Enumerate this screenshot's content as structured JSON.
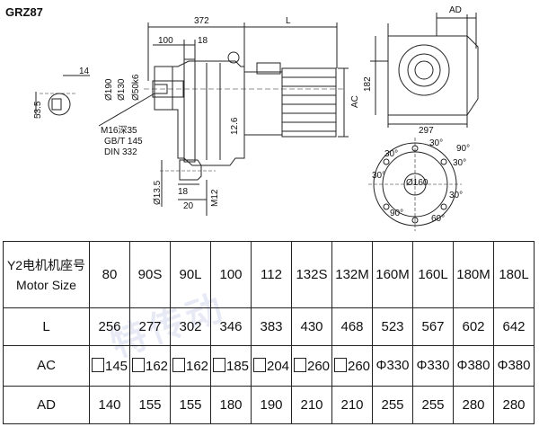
{
  "model": "GRZ87",
  "watermark": "特传动",
  "dims": {
    "d372": "372",
    "dL": "L",
    "dAD": "AD",
    "d100": "100",
    "d18": "18",
    "d14": "14",
    "d53_5": "53.5",
    "d190": "Ø190",
    "d130": "Ø130",
    "d50": "Ø50k6",
    "d12_6": "12.6",
    "dAC": "AC",
    "d182": "182",
    "d297": "297",
    "thread": "M16深35",
    "std1": "GB/T 145",
    "std2": "DIN 332",
    "d13_5": "Ø13.5",
    "d18b": "18",
    "d20": "20",
    "dM12": "M12",
    "a30a": "30°",
    "a30b": "30°",
    "a30c": "30°",
    "a30d": "30°",
    "a30e": "30°",
    "a90a": "90°",
    "a90b": "90°",
    "a60": "60°",
    "d160": "Ø160"
  },
  "table": {
    "header_label_cn": "Y2电机机座号",
    "header_label_en": "Motor Size",
    "sizes": [
      "80",
      "90S",
      "90L",
      "100",
      "112",
      "132S",
      "132M",
      "160M",
      "160L",
      "180M",
      "180L"
    ],
    "rows": [
      {
        "label": "L",
        "values": [
          "256",
          "277",
          "302",
          "346",
          "383",
          "430",
          "468",
          "523",
          "567",
          "602",
          "642"
        ]
      },
      {
        "label": "AC",
        "values": [
          "145",
          "162",
          "162",
          "185",
          "204",
          "260",
          "260",
          "Φ330",
          "Φ330",
          "Φ380",
          "Φ380"
        ],
        "square_prefix": [
          true,
          true,
          true,
          true,
          true,
          true,
          true,
          false,
          false,
          false,
          false
        ]
      },
      {
        "label": "AD",
        "values": [
          "140",
          "155",
          "155",
          "180",
          "190",
          "210",
          "210",
          "255",
          "255",
          "280",
          "280"
        ]
      }
    ]
  }
}
